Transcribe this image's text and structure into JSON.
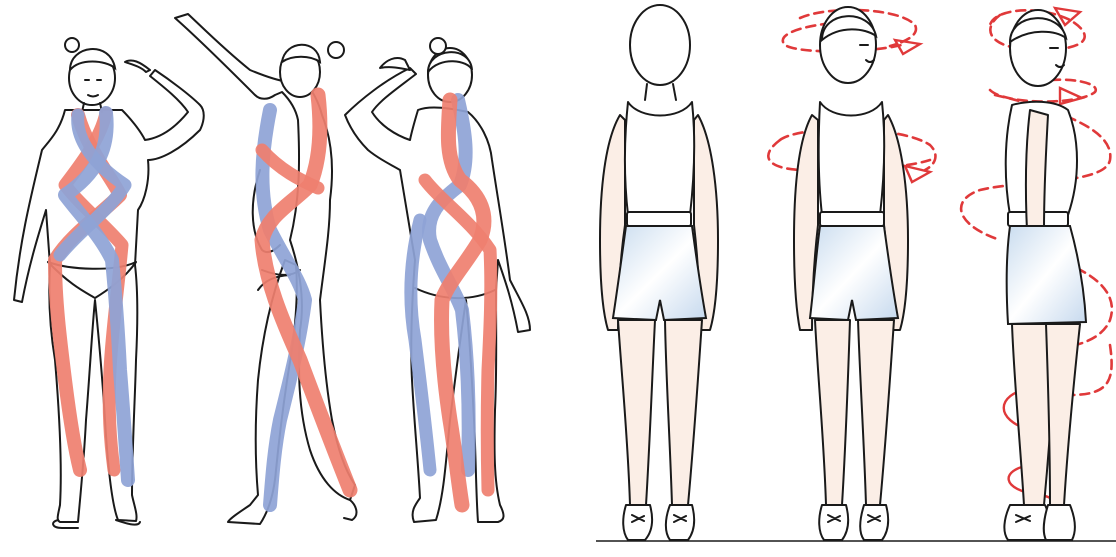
{
  "colors": {
    "spiral_red": "#ef7f6f",
    "spiral_blue": "#8ea3d6",
    "rotation_red": "#e0393a",
    "shorts_fill": "#dde9f5",
    "skin_tint": "#fbeee6"
  },
  "panels": [
    {
      "name": "left-panel",
      "figures": [
        "front",
        "side-reaching",
        "back"
      ],
      "band_colors": [
        "red",
        "blue"
      ]
    },
    {
      "name": "right-panel",
      "figures": [
        "back",
        "back-turning-head",
        "side-spiral"
      ]
    }
  ]
}
